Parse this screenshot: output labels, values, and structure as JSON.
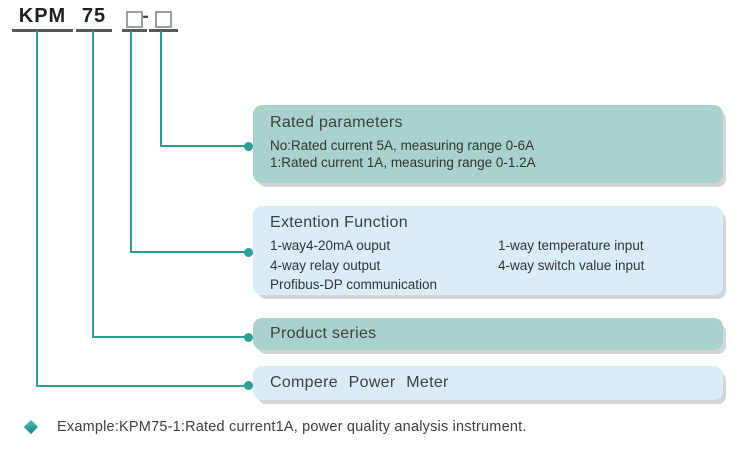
{
  "header": {
    "brand": "KPM",
    "series": "75",
    "separator": "-"
  },
  "callouts": {
    "rated": {
      "title": "Rated parameters",
      "lines": [
        "No:Rated current 5A, measuring range 0-6A",
        "1:Rated current 1A, measuring range 0-1.2A"
      ]
    },
    "extension": {
      "title": "Extention Function",
      "left_column": [
        "1-way4-20mA ouput",
        "4-way relay output",
        "Profibus-DP communication"
      ],
      "right_column": [
        "1-way temperature input",
        "4-way switch value input"
      ]
    },
    "product_series": {
      "title": "Product series"
    },
    "meter": {
      "title": "Compere Power Meter"
    }
  },
  "example": {
    "text": "Example:KPM75-1:Rated current1A, power quality analysis instrument."
  },
  "colors": {
    "teal_box": "#a8d2cb",
    "blue_box": "#d9ecf7",
    "connector": "#2f9e96",
    "underline": "#58595b"
  }
}
